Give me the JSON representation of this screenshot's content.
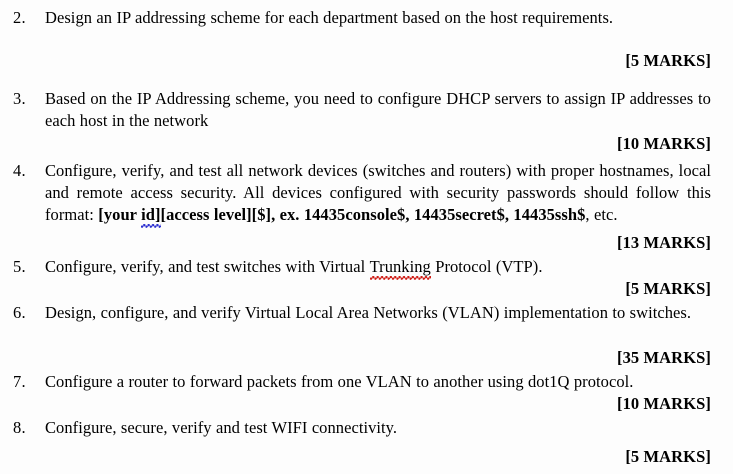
{
  "document": {
    "type": "exam-question-sheet",
    "items": [
      {
        "number": "2.",
        "text": "Design an IP addressing scheme for each department based on the host requirements.",
        "marks": "[5 MARKS]"
      },
      {
        "number": "3.",
        "text": "Based on the IP Addressing scheme, you need to configure DHCP servers to assign IP addresses to each host in the network",
        "marks": "[10 MARKS]"
      },
      {
        "number": "4.",
        "text_before_bold": "Configure, verify, and test all network devices (switches and routers) with proper hostnames, local and remote access security. All devices configured with security passwords should follow this format: ",
        "bold_part_1": "[your ",
        "bold_misspelled": "id]",
        "bold_part_2": "[access level][$], ex. 14435console$, 14435secret$, 14435ssh$",
        "text_after_bold": ", etc.",
        "marks": "[13 MARKS]"
      },
      {
        "number": "5.",
        "text_before_misspelled": "Configure, verify, and test switches with Virtual ",
        "misspelled": "Trunking",
        "text_after_misspelled": " Protocol (VTP).",
        "marks": "[5 MARKS]"
      },
      {
        "number": "6.",
        "text": "Design, configure, and verify Virtual Local Area Networks (VLAN) implementation to switches.",
        "marks": "[35 MARKS]"
      },
      {
        "number": "7.",
        "text": "Configure a router to forward packets from one VLAN to another using dot1Q protocol.",
        "marks": "[10 MARKS]"
      },
      {
        "number": "8.",
        "text": "Configure, secure, verify and test WIFI connectivity.",
        "marks": "[5 MARKS]"
      }
    ],
    "colors": {
      "text": "#000000",
      "background": "#fdfdfd",
      "spellcheck_grammar_underline": "#2c2fd0",
      "spellcheck_spelling_underline": "#cf1d16"
    }
  }
}
